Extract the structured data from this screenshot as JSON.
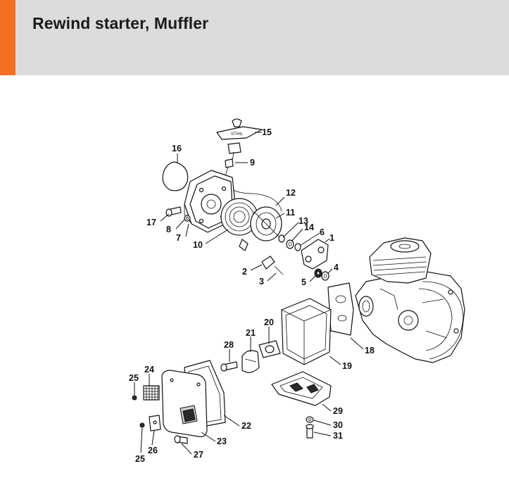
{
  "header": {
    "title": "Rewind starter, Muffler",
    "accent_color": "#f36f21",
    "background_color": "#dcdcdc"
  },
  "diagram": {
    "callouts": {
      "c1": "1",
      "c2": "2",
      "c3": "3",
      "c4": "4",
      "c5": "5",
      "c6": "6",
      "c7": "7",
      "c8": "8",
      "c9": "9",
      "c10": "10",
      "c11": "11",
      "c12": "12",
      "c13": "13",
      "c14": "14",
      "c15": "15",
      "c16": "16",
      "c17": "17",
      "c18": "18",
      "c19": "19",
      "c20": "20",
      "c21": "21",
      "c22": "22",
      "c23": "23",
      "c24": "24",
      "c25a": "25",
      "c25b": "25",
      "c26": "26",
      "c27": "27",
      "c28": "28",
      "c29": "29",
      "c30": "30",
      "c31": "31"
    }
  }
}
